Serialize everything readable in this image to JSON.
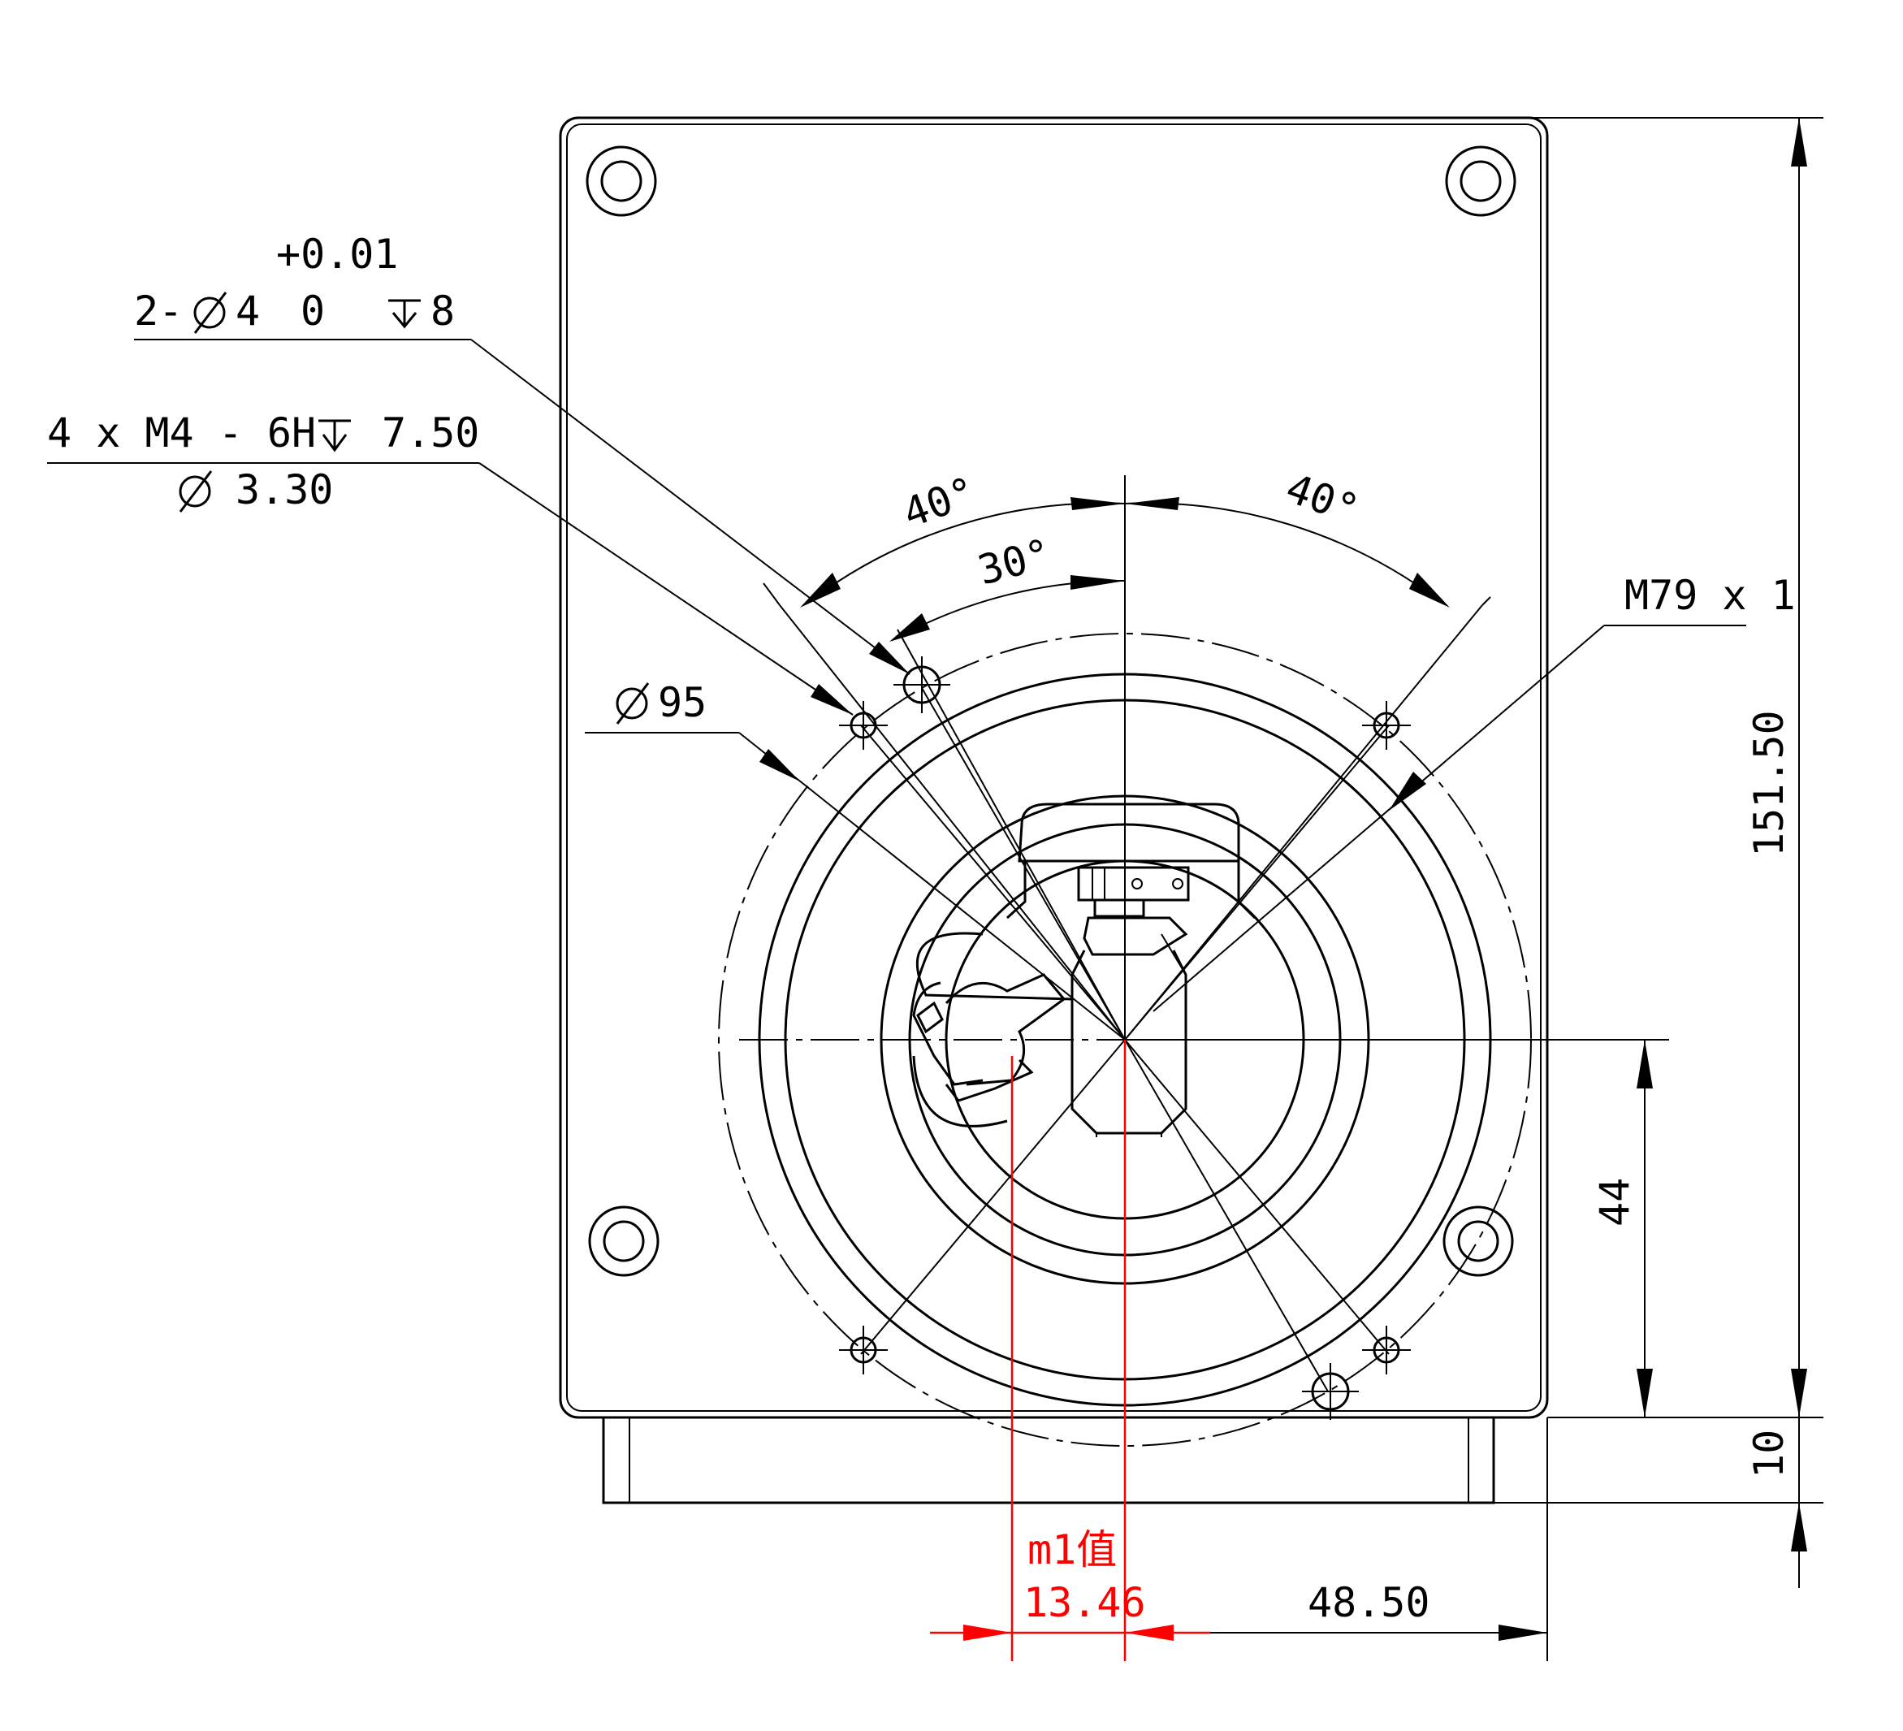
{
  "callouts": {
    "pin_tol": "+0.01",
    "pin_count": "2-",
    "pin_dia": "4",
    "pin_low": "0",
    "pin_depth": "8",
    "thread_spec": "4 x  M4 - 6H",
    "thread_depth": "7.50",
    "drill_dia": "3.30",
    "pcd": "95",
    "mount_thread": "M79 x 1"
  },
  "angles": {
    "left_outer": "40°",
    "right_outer": "40°",
    "inner": "30°"
  },
  "dimensions": {
    "height": "151.50",
    "center_height": "44",
    "base": "10",
    "center_offset": "48.50",
    "m1_label": "m1值",
    "m1_value": "13.46"
  },
  "symbols": {
    "diameter": "ø",
    "depth": "depth"
  },
  "colors": {
    "line": "#000000",
    "highlight": "#ff0000",
    "background": "#ffffff"
  }
}
